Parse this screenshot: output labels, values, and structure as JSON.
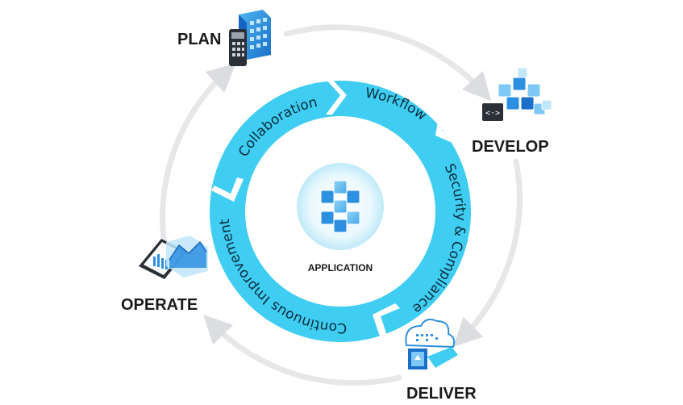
{
  "stages": {
    "plan": "PLAN",
    "develop": "DEVELOP",
    "deliver": "DELIVER",
    "operate": "OPERATE"
  },
  "center": {
    "label": "APPLICATION",
    "icon": "cube-cluster-icon"
  },
  "ring": {
    "collaboration": "Collaboration",
    "workflow": "Workflow",
    "security": "Security & Compliance",
    "continuous": "Continuous Improvement"
  },
  "icons": {
    "plan": "calculator-building-icon",
    "develop": "code-cubes-icon",
    "deliver": "cloud-deploy-icon",
    "operate": "monitor-dashboard-icon"
  },
  "colors": {
    "ring": "#3fcdf2",
    "ring_dark": "#1aa8d6",
    "outer_ring": "#e6e7e9",
    "cube": "#2d8fe0",
    "cube_light": "#7ec8f5"
  }
}
